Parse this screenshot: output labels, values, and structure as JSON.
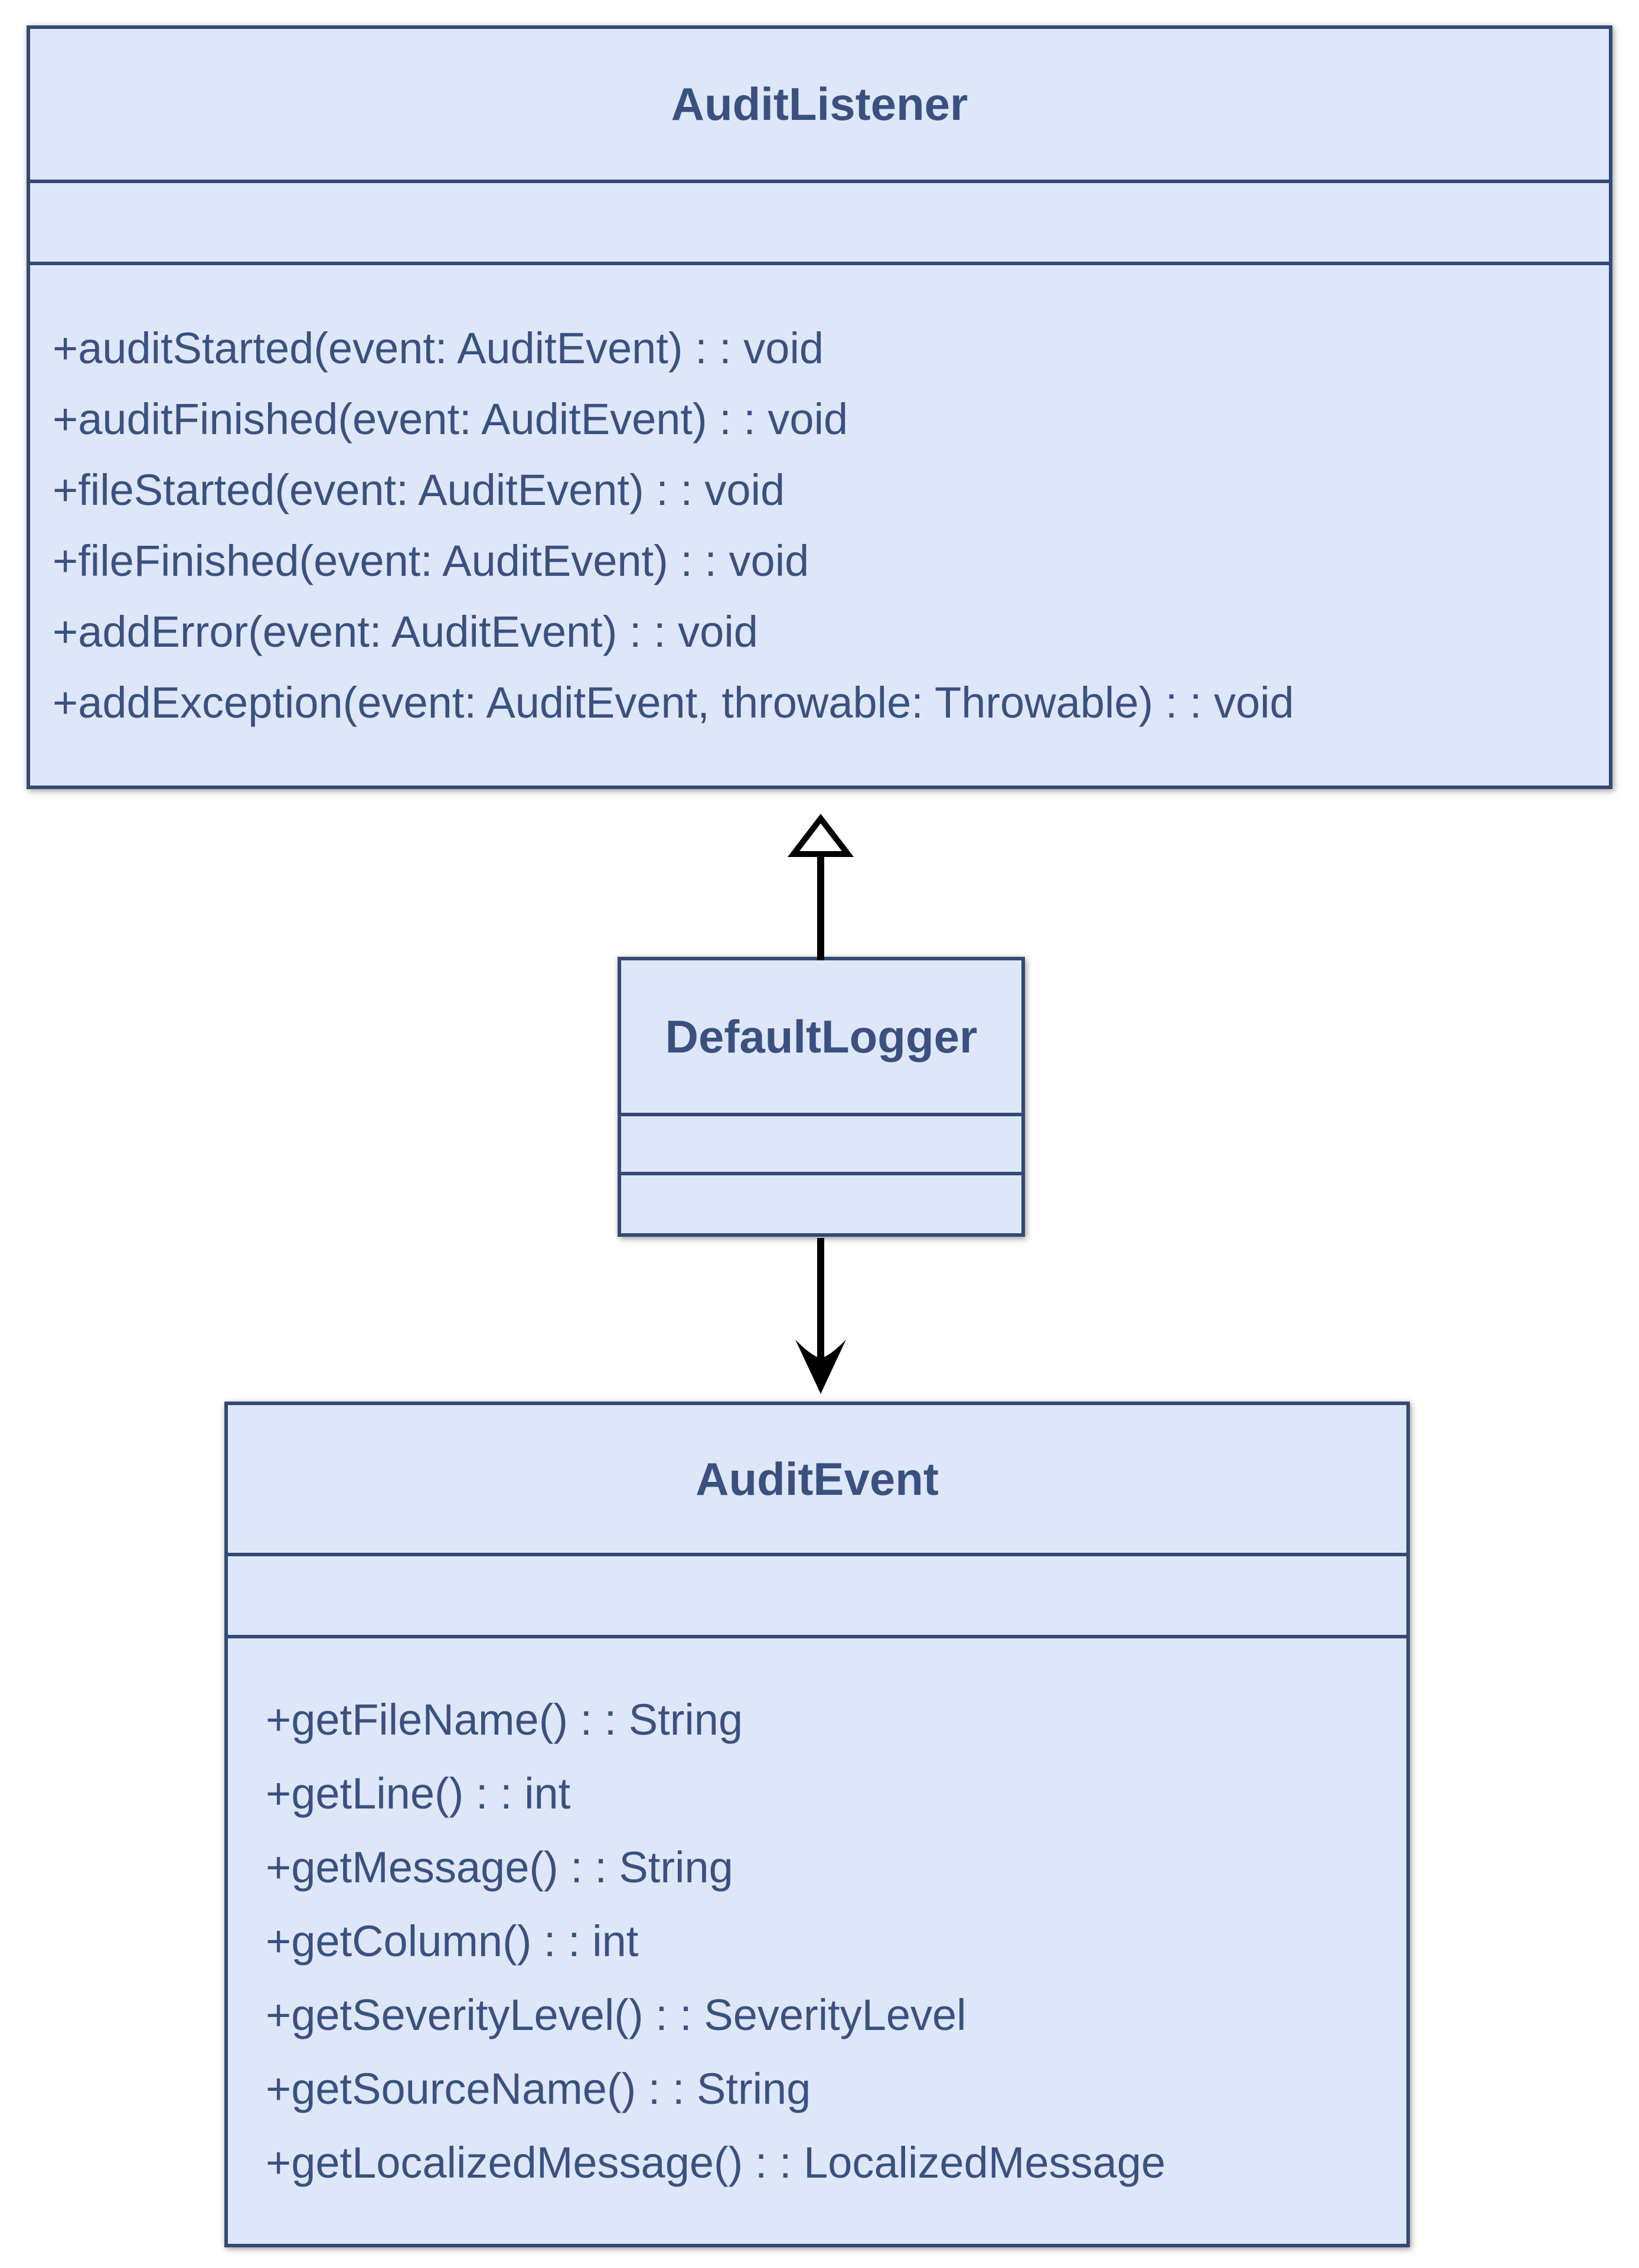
{
  "diagram": {
    "type": "uml-class-diagram",
    "colors": {
      "fill": "#dee7f9",
      "border": "#344a74",
      "text": "#3a5180",
      "arrow": "#000000",
      "background": "#ffffff"
    },
    "classes": [
      {
        "id": "audit-listener",
        "title": "AuditListener",
        "attributes": [],
        "methods": [
          "+auditStarted(event: AuditEvent) : : void",
          "+auditFinished(event: AuditEvent) : : void",
          "+fileStarted(event: AuditEvent) : : void",
          "+fileFinished(event: AuditEvent) : : void",
          "+addError(event: AuditEvent) : : void",
          "+addException(event: AuditEvent, throwable: Throwable) : : void"
        ]
      },
      {
        "id": "default-logger",
        "title": "DefaultLogger",
        "attributes": [],
        "methods": []
      },
      {
        "id": "audit-event",
        "title": "AuditEvent",
        "attributes": [],
        "methods": [
          "+getFileName() : : String",
          "+getLine() : : int",
          "+getMessage() : : String",
          "+getColumn() : : int",
          "+getSeverityLevel() : : SeverityLevel",
          "+getSourceName() : : String",
          "+getLocalizedMessage() : : LocalizedMessage"
        ]
      }
    ],
    "relations": [
      {
        "from": "DefaultLogger",
        "to": "AuditListener",
        "type": "generalization",
        "marker": "hollow-triangle"
      },
      {
        "from": "DefaultLogger",
        "to": "AuditEvent",
        "type": "directed-association",
        "marker": "open-arrow"
      }
    ]
  }
}
